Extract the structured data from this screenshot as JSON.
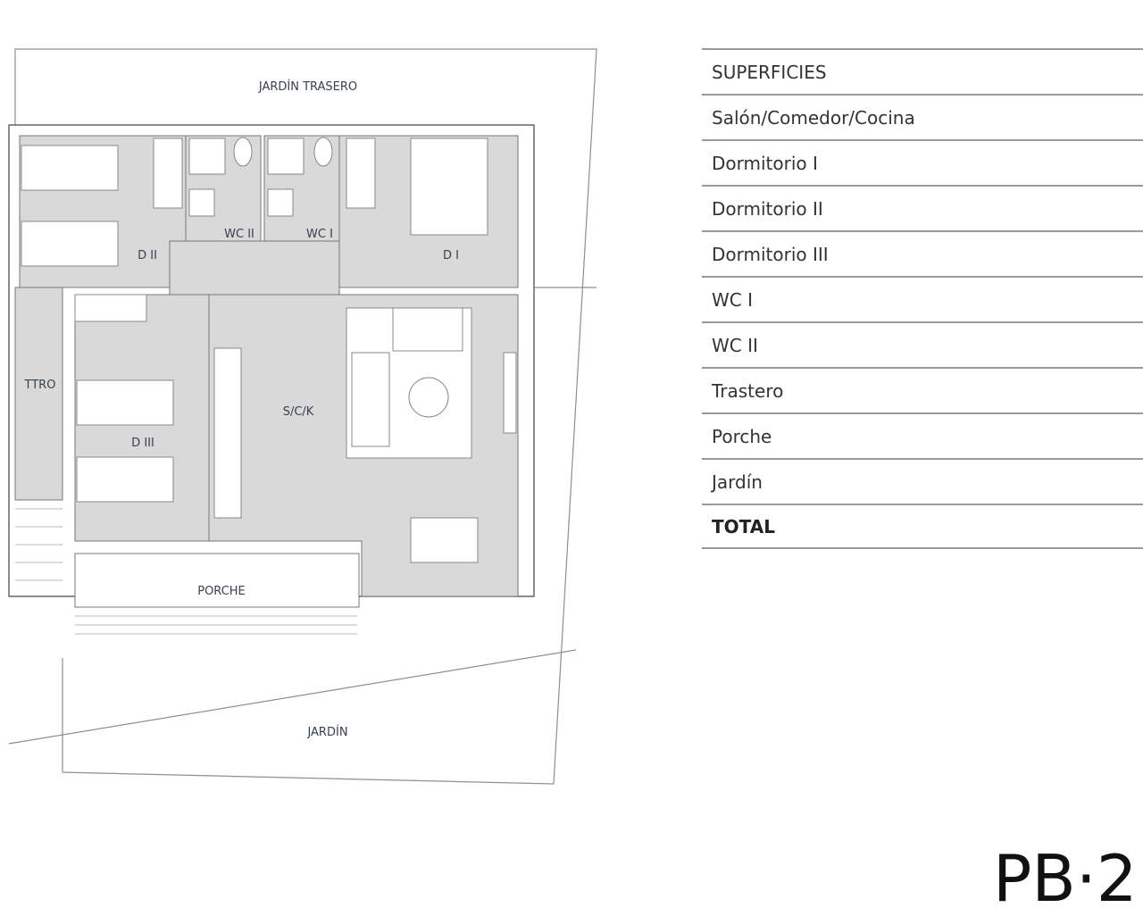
{
  "plan": {
    "labels": {
      "jardin_trasero": "JARDÍN TRASERO",
      "d2": "D II",
      "wc2": "WC II",
      "wc1": "WC I",
      "d1": "D I",
      "ttro": "TTRO",
      "d3": "D III",
      "sck": "S/C/K",
      "porche": "PORCHE",
      "jardin": "JARDÍN"
    }
  },
  "superficies": {
    "header": "SUPERFICIES",
    "rows": [
      "Salón/Comedor/Cocina",
      "Dormitorio I",
      "Dormitorio II",
      "Dormitorio III",
      "WC I",
      "WC II",
      "Trastero",
      "Porche",
      "Jardín"
    ],
    "total": "TOTAL"
  },
  "plan_code": "PB·2"
}
